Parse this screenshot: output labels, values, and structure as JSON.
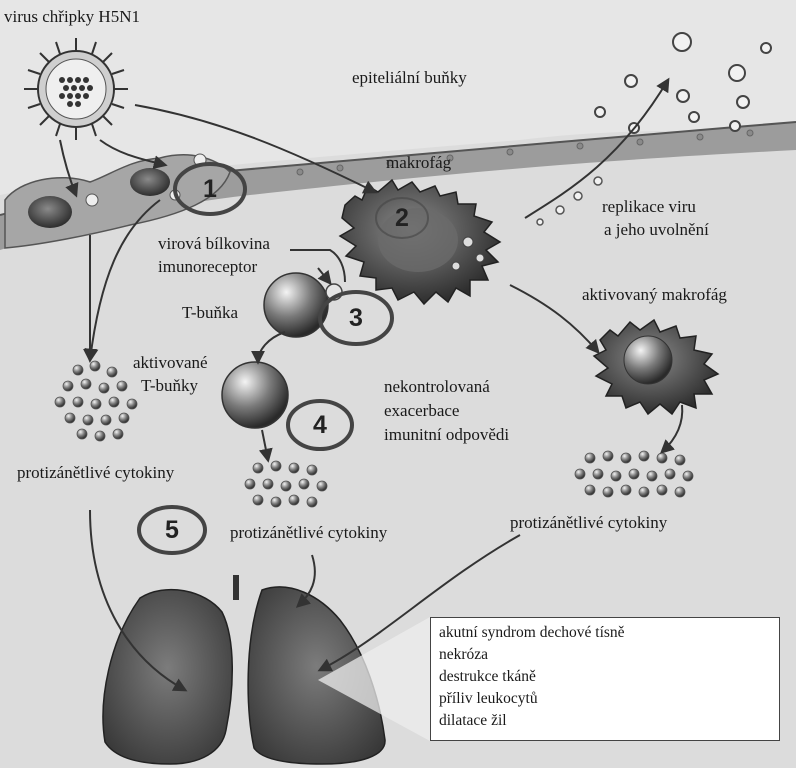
{
  "labels": {
    "virus": "virus chřipky H5N1",
    "epithelial": "epiteliální buňky",
    "macrophage": "makrofág",
    "replication_1": "replikace viru",
    "replication_2": "a jeho uvolnění",
    "viral_protein": "virová bílkovina",
    "immunoreceptor": "imunoreceptor",
    "tcell": "T-buňka",
    "activated_macrophage": "aktivovaný makrofág",
    "activated_tcells_1": "aktivované",
    "activated_tcells_2": "T-buňky",
    "uncontrolled_1": "nekontrolovaná",
    "uncontrolled_2": "exacerbace",
    "uncontrolled_3": "imunitní odpovědi",
    "cytokines_left": "protizánětlivé cytokiny",
    "cytokines_center": "protizánětlivé cytokiny",
    "cytokines_right": "protizánětlivé cytokiny"
  },
  "steps": [
    "1",
    "2",
    "3",
    "4",
    "5"
  ],
  "effects": [
    "akutní syndrom dechové tísně",
    "nekróza",
    "destrukce tkáně",
    "příliv leukocytů",
    "dilatace žil"
  ]
}
